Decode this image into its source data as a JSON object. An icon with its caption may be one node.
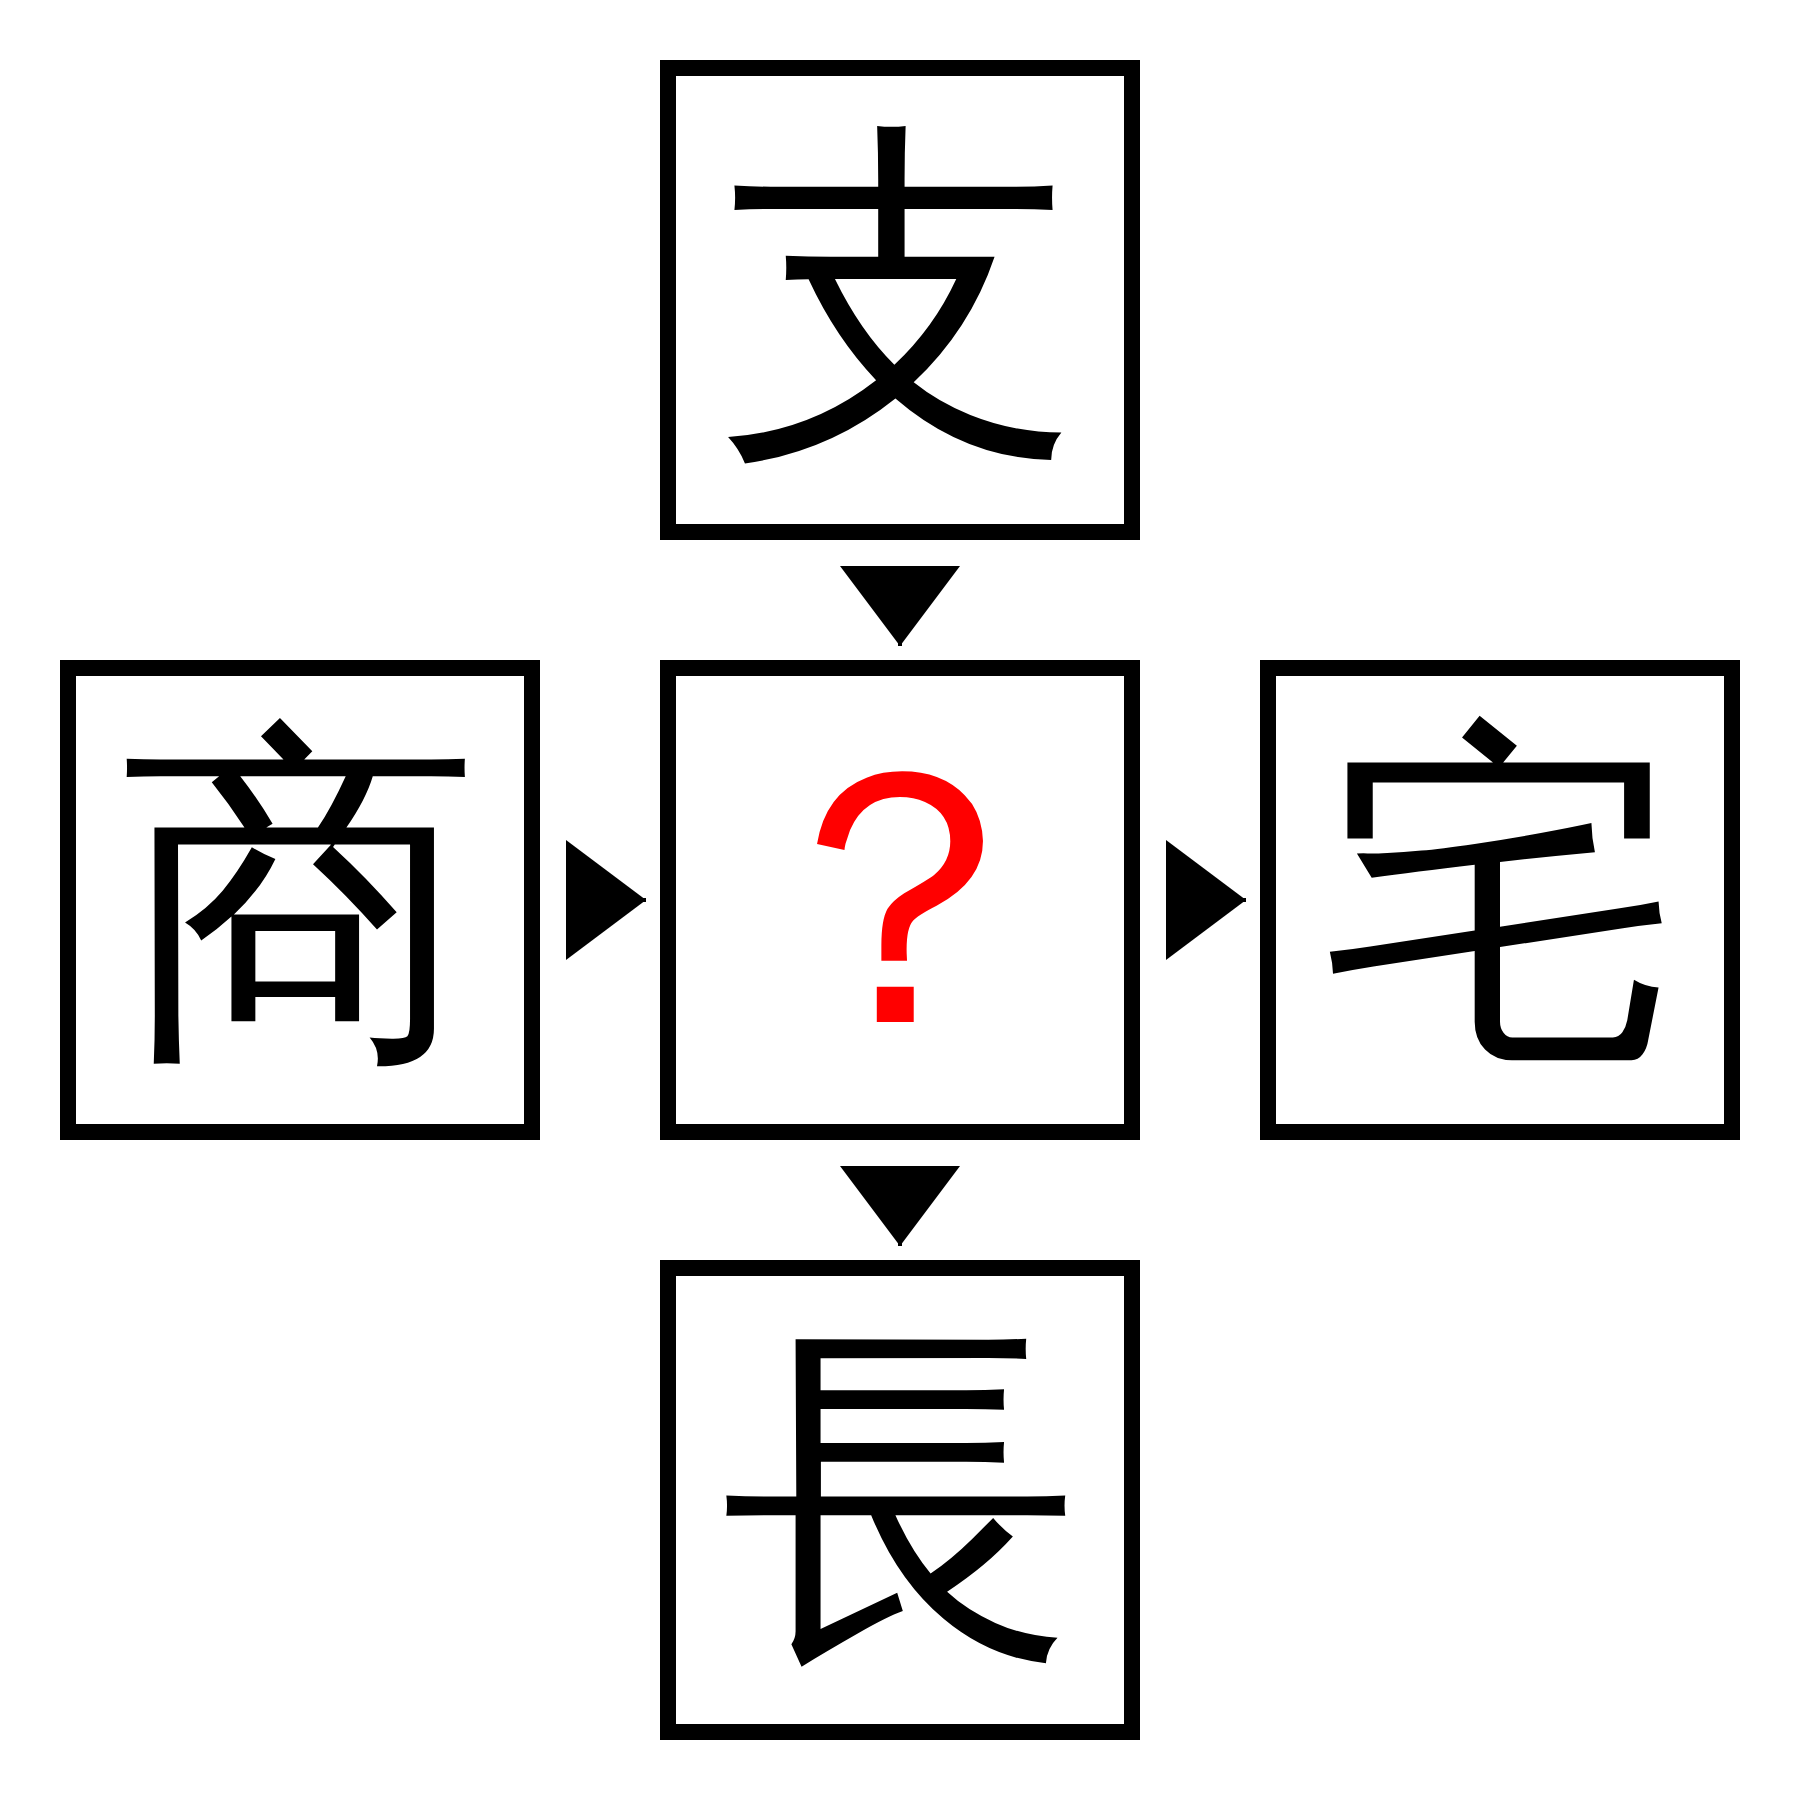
{
  "diagram": {
    "nodes": [
      {
        "text": [
          "支"
        ]
      },
      {
        "text": [
          "商"
        ]
      },
      {
        "text": [
          "？"
        ]
      },
      {
        "text": [
          "宅"
        ]
      },
      {
        "text": [
          "長"
        ]
      }
    ],
    "edges": [
      {
        "from": 0,
        "to": 2,
        "arrow": "to"
      },
      {
        "from": 1,
        "to": 2,
        "arrow": "to"
      },
      {
        "from": 2,
        "to": 3,
        "arrow": "to"
      },
      {
        "from": 2,
        "to": 4,
        "arrow": "to"
      }
    ]
  }
}
